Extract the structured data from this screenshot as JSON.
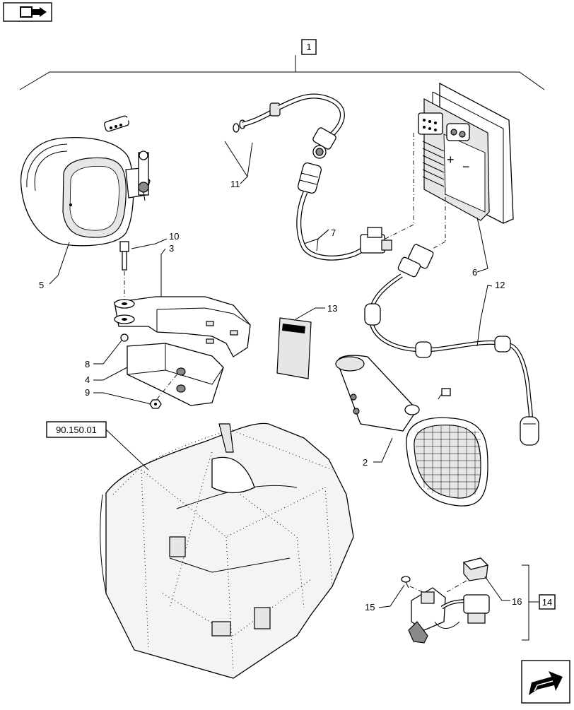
{
  "page": {
    "title": "",
    "reference_box": "90.150.01"
  },
  "icons": {
    "top_left": "book-arrow-icon",
    "bottom_right": "next-page-arrow-icon"
  },
  "kit_brackets": [
    {
      "label": "1"
    },
    {
      "label": "14"
    }
  ],
  "callouts": [
    {
      "id": "2",
      "label": "2",
      "part": "work-light-with-bracket"
    },
    {
      "id": "3",
      "label": "3",
      "part": "upper-mounting-bracket"
    },
    {
      "id": "4",
      "label": "4",
      "part": "lower-mounting-bracket"
    },
    {
      "id": "5",
      "label": "5",
      "part": "round-work-light"
    },
    {
      "id": "6",
      "label": "6",
      "part": "relay-module"
    },
    {
      "id": "7",
      "label": "7",
      "part": "harness-adapter"
    },
    {
      "id": "8",
      "label": "8",
      "part": "washer"
    },
    {
      "id": "9",
      "label": "9",
      "part": "nut"
    },
    {
      "id": "10",
      "label": "10",
      "part": "bolt"
    },
    {
      "id": "11",
      "label": "11",
      "part": "wiring-harness"
    },
    {
      "id": "12",
      "label": "12",
      "part": "light-harness"
    },
    {
      "id": "13",
      "label": "13",
      "part": "instruction-leaflet"
    },
    {
      "id": "15",
      "label": "15",
      "part": "screw"
    },
    {
      "id": "16",
      "label": "16",
      "part": "switch-cap"
    }
  ],
  "module_symbols": {
    "plus": "+",
    "minus": "−"
  }
}
